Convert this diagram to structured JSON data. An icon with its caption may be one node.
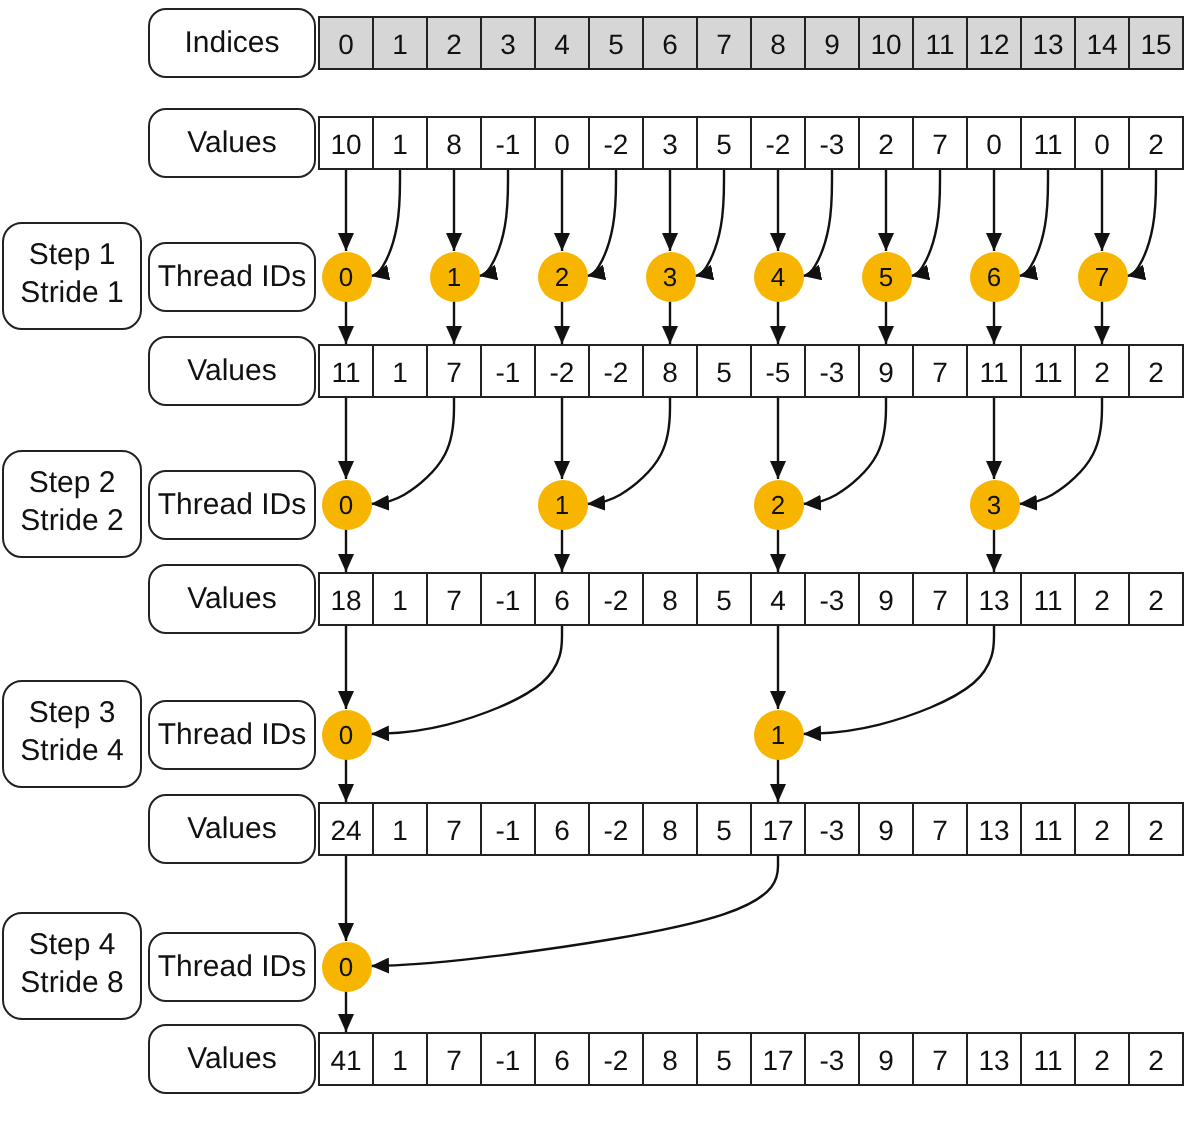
{
  "diagram": {
    "nodes": [
      {
        "text": [
          "Indices"
        ]
      },
      {
        "text": [
          "0"
        ]
      },
      {
        "text": [
          "1"
        ]
      },
      {
        "text": [
          "2"
        ]
      },
      {
        "text": [
          "3"
        ]
      },
      {
        "text": [
          "4"
        ]
      },
      {
        "text": [
          "5"
        ]
      },
      {
        "text": [
          "6"
        ]
      },
      {
        "text": [
          "7"
        ]
      },
      {
        "text": [
          "8"
        ]
      },
      {
        "text": [
          "9"
        ]
      },
      {
        "text": [
          "10"
        ]
      },
      {
        "text": [
          "11"
        ]
      },
      {
        "text": [
          "12"
        ]
      },
      {
        "text": [
          "13"
        ]
      },
      {
        "text": [
          "14"
        ]
      },
      {
        "text": [
          "15"
        ]
      },
      {
        "text": [
          "Values"
        ]
      },
      {
        "text": [
          "10"
        ]
      },
      {
        "text": [
          "1"
        ]
      },
      {
        "text": [
          "8"
        ]
      },
      {
        "text": [
          "-1"
        ]
      },
      {
        "text": [
          "0"
        ]
      },
      {
        "text": [
          "-2"
        ]
      },
      {
        "text": [
          "3"
        ]
      },
      {
        "text": [
          "5"
        ]
      },
      {
        "text": [
          "-2"
        ]
      },
      {
        "text": [
          "-3"
        ]
      },
      {
        "text": [
          "2"
        ]
      },
      {
        "text": [
          "7"
        ]
      },
      {
        "text": [
          "0"
        ]
      },
      {
        "text": [
          "11"
        ]
      },
      {
        "text": [
          "0"
        ]
      },
      {
        "text": [
          "2"
        ]
      },
      {
        "text": [
          "Step 1",
          "Stride 1"
        ]
      },
      {
        "text": [
          "Thread IDs"
        ]
      },
      {
        "text": [
          "0"
        ]
      },
      {
        "text": [
          "1"
        ]
      },
      {
        "text": [
          "2"
        ]
      },
      {
        "text": [
          "3"
        ]
      },
      {
        "text": [
          "4"
        ]
      },
      {
        "text": [
          "5"
        ]
      },
      {
        "text": [
          "6"
        ]
      },
      {
        "text": [
          "7"
        ]
      },
      {
        "text": [
          "Values"
        ]
      },
      {
        "text": [
          "11"
        ]
      },
      {
        "text": [
          "1"
        ]
      },
      {
        "text": [
          "7"
        ]
      },
      {
        "text": [
          "-1"
        ]
      },
      {
        "text": [
          "-2"
        ]
      },
      {
        "text": [
          "-2"
        ]
      },
      {
        "text": [
          "8"
        ]
      },
      {
        "text": [
          "5"
        ]
      },
      {
        "text": [
          "-5"
        ]
      },
      {
        "text": [
          "-3"
        ]
      },
      {
        "text": [
          "9"
        ]
      },
      {
        "text": [
          "7"
        ]
      },
      {
        "text": [
          "11"
        ]
      },
      {
        "text": [
          "11"
        ]
      },
      {
        "text": [
          "2"
        ]
      },
      {
        "text": [
          "2"
        ]
      },
      {
        "text": [
          "Step 2",
          "Stride 2"
        ]
      },
      {
        "text": [
          "Thread IDs"
        ]
      },
      {
        "text": [
          "0"
        ]
      },
      {
        "text": [
          "1"
        ]
      },
      {
        "text": [
          "2"
        ]
      },
      {
        "text": [
          "3"
        ]
      },
      {
        "text": [
          "Values"
        ]
      },
      {
        "text": [
          "18"
        ]
      },
      {
        "text": [
          "1"
        ]
      },
      {
        "text": [
          "7"
        ]
      },
      {
        "text": [
          "-1"
        ]
      },
      {
        "text": [
          "6"
        ]
      },
      {
        "text": [
          "-2"
        ]
      },
      {
        "text": [
          "8"
        ]
      },
      {
        "text": [
          "5"
        ]
      },
      {
        "text": [
          "4"
        ]
      },
      {
        "text": [
          "-3"
        ]
      },
      {
        "text": [
          "9"
        ]
      },
      {
        "text": [
          "7"
        ]
      },
      {
        "text": [
          "13"
        ]
      },
      {
        "text": [
          "11"
        ]
      },
      {
        "text": [
          "2"
        ]
      },
      {
        "text": [
          "2"
        ]
      },
      {
        "text": [
          "Step 3",
          "Stride 4"
        ]
      },
      {
        "text": [
          "Thread IDs"
        ]
      },
      {
        "text": [
          "0"
        ]
      },
      {
        "text": [
          "1"
        ]
      },
      {
        "text": [
          "Values"
        ]
      },
      {
        "text": [
          "24"
        ]
      },
      {
        "text": [
          "1"
        ]
      },
      {
        "text": [
          "7"
        ]
      },
      {
        "text": [
          "-1"
        ]
      },
      {
        "text": [
          "6"
        ]
      },
      {
        "text": [
          "-2"
        ]
      },
      {
        "text": [
          "8"
        ]
      },
      {
        "text": [
          "5"
        ]
      },
      {
        "text": [
          "17"
        ]
      },
      {
        "text": [
          "-3"
        ]
      },
      {
        "text": [
          "9"
        ]
      },
      {
        "text": [
          "7"
        ]
      },
      {
        "text": [
          "13"
        ]
      },
      {
        "text": [
          "11"
        ]
      },
      {
        "text": [
          "2"
        ]
      },
      {
        "text": [
          "2"
        ]
      },
      {
        "text": [
          "Step 4",
          "Stride 8"
        ]
      },
      {
        "text": [
          "Thread IDs"
        ]
      },
      {
        "text": [
          "0"
        ]
      },
      {
        "text": [
          "Values"
        ]
      },
      {
        "text": [
          "41"
        ]
      },
      {
        "text": [
          "1"
        ]
      },
      {
        "text": [
          "7"
        ]
      },
      {
        "text": [
          "-1"
        ]
      },
      {
        "text": [
          "6"
        ]
      },
      {
        "text": [
          "-2"
        ]
      },
      {
        "text": [
          "8"
        ]
      },
      {
        "text": [
          "5"
        ]
      },
      {
        "text": [
          "17"
        ]
      },
      {
        "text": [
          "-3"
        ]
      },
      {
        "text": [
          "9"
        ]
      },
      {
        "text": [
          "7"
        ]
      },
      {
        "text": [
          "13"
        ]
      },
      {
        "text": [
          "11"
        ]
      },
      {
        "text": [
          "2"
        ]
      },
      {
        "text": [
          "2"
        ]
      }
    ],
    "edges": [
      {
        "from": 18,
        "to": 36,
        "arrow": "to"
      },
      {
        "from": 19,
        "to": 36,
        "arrow": "to"
      },
      {
        "from": 36,
        "to": 45,
        "arrow": "to"
      },
      {
        "from": 20,
        "to": 37,
        "arrow": "to"
      },
      {
        "from": 21,
        "to": 37,
        "arrow": "to"
      },
      {
        "from": 37,
        "to": 47,
        "arrow": "to"
      },
      {
        "from": 22,
        "to": 38,
        "arrow": "to"
      },
      {
        "from": 23,
        "to": 38,
        "arrow": "to"
      },
      {
        "from": 38,
        "to": 49,
        "arrow": "to"
      },
      {
        "from": 24,
        "to": 39,
        "arrow": "to"
      },
      {
        "from": 25,
        "to": 39,
        "arrow": "to"
      },
      {
        "from": 39,
        "to": 51,
        "arrow": "to"
      },
      {
        "from": 26,
        "to": 40,
        "arrow": "to"
      },
      {
        "from": 27,
        "to": 40,
        "arrow": "to"
      },
      {
        "from": 40,
        "to": 53,
        "arrow": "to"
      },
      {
        "from": 28,
        "to": 41,
        "arrow": "to"
      },
      {
        "from": 29,
        "to": 41,
        "arrow": "to"
      },
      {
        "from": 41,
        "to": 55,
        "arrow": "to"
      },
      {
        "from": 30,
        "to": 42,
        "arrow": "to"
      },
      {
        "from": 31,
        "to": 42,
        "arrow": "to"
      },
      {
        "from": 42,
        "to": 57,
        "arrow": "to"
      },
      {
        "from": 32,
        "to": 43,
        "arrow": "to"
      },
      {
        "from": 33,
        "to": 43,
        "arrow": "to"
      },
      {
        "from": 43,
        "to": 59,
        "arrow": "to"
      },
      {
        "from": 45,
        "to": 63,
        "arrow": "to"
      },
      {
        "from": 47,
        "to": 63,
        "arrow": "to"
      },
      {
        "from": 63,
        "to": 68,
        "arrow": "to"
      },
      {
        "from": 49,
        "to": 64,
        "arrow": "to"
      },
      {
        "from": 51,
        "to": 64,
        "arrow": "to"
      },
      {
        "from": 64,
        "to": 72,
        "arrow": "to"
      },
      {
        "from": 53,
        "to": 65,
        "arrow": "to"
      },
      {
        "from": 55,
        "to": 65,
        "arrow": "to"
      },
      {
        "from": 65,
        "to": 76,
        "arrow": "to"
      },
      {
        "from": 57,
        "to": 66,
        "arrow": "to"
      },
      {
        "from": 59,
        "to": 66,
        "arrow": "to"
      },
      {
        "from": 66,
        "to": 80,
        "arrow": "to"
      },
      {
        "from": 68,
        "to": 86,
        "arrow": "to"
      },
      {
        "from": 72,
        "to": 86,
        "arrow": "to"
      },
      {
        "from": 86,
        "to": 89,
        "arrow": "to"
      },
      {
        "from": 76,
        "to": 87,
        "arrow": "to"
      },
      {
        "from": 80,
        "to": 87,
        "arrow": "to"
      },
      {
        "from": 87,
        "to": 97,
        "arrow": "to"
      },
      {
        "from": 89,
        "to": 107,
        "arrow": "to"
      },
      {
        "from": 97,
        "to": 107,
        "arrow": "to"
      },
      {
        "from": 107,
        "to": 109,
        "arrow": "to"
      }
    ]
  }
}
